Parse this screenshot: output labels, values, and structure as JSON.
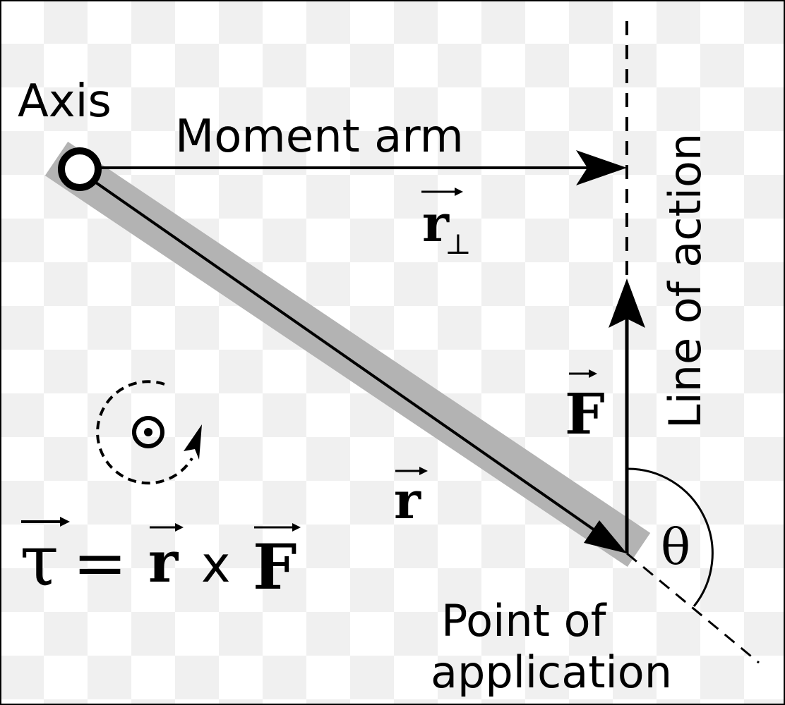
{
  "labels": {
    "axis": "Axis",
    "moment_arm": "Moment arm",
    "line_of_action": "Line of action",
    "point_of_application_line1": "Point of",
    "point_of_application_line2": "application",
    "r_perp_letter": "r",
    "r_perp_subscript": "⊥",
    "force_letter": "F",
    "r_letter": "r",
    "theta": "θ",
    "torque_tau": "τ",
    "torque_equals": "=",
    "torque_r": "r",
    "torque_cross": "x",
    "torque_F": "F"
  },
  "colors": {
    "ink": "#000000",
    "lever": "#b3b3b3",
    "checker_light": "#ffffff",
    "checker_dark": "#f0f0f0"
  }
}
